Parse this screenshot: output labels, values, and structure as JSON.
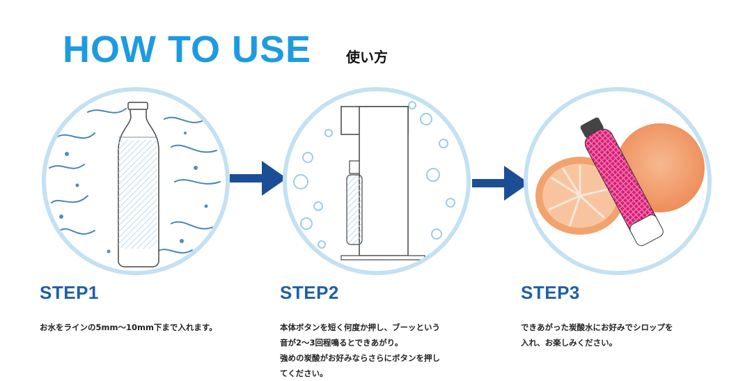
{
  "header": {
    "title": "HOW TO USE",
    "subtitle": "使い方"
  },
  "colors": {
    "title_blue": "#1e9be0",
    "step_blue": "#1f5fa6",
    "arrow_blue": "#1b4e94",
    "circle_border": "#c3e1f3",
    "water_blue": "#2a6fb0",
    "orange": "#f4a470",
    "magenta": "#d81b73"
  },
  "steps": [
    {
      "label": "STEP1",
      "illustration": "bottle-water-icon",
      "lines": [
        "お水をラインの5mm〜10mm下まで入れます。"
      ]
    },
    {
      "label": "STEP2",
      "illustration": "soda-maker-icon",
      "lines": [
        "本体ボタンを短く何度か押し、ブーッという",
        "音が2〜3回程鳴るとできあがり。",
        "強めの炭酸がお好みならさらにボタンを押し",
        "てください。"
      ]
    },
    {
      "label": "STEP3",
      "illustration": "orange-bottle-icon",
      "lines": [
        "できあがった炭酸水にお好みでシロップを",
        "入れ、お楽しみください。"
      ]
    }
  ],
  "arrows": [
    "arrow-right-icon",
    "arrow-right-icon"
  ]
}
